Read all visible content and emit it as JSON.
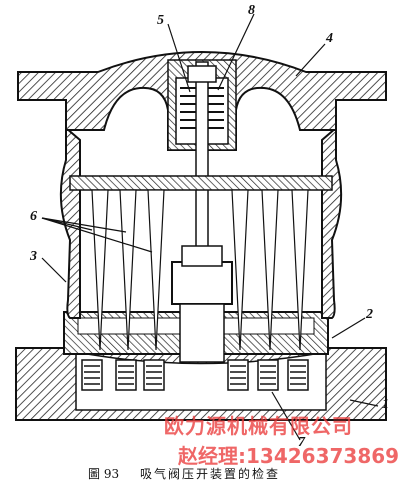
{
  "figure": {
    "number": "圖 93",
    "title": "吸气阀压开装置的检查"
  },
  "callouts": [
    "5",
    "8",
    "4",
    "6",
    "3",
    "2",
    "1",
    "7"
  ],
  "watermark": {
    "company": "欧力源机械有限公司",
    "contact": "赵经理:13426373869",
    "color": "#eb3c3c"
  }
}
